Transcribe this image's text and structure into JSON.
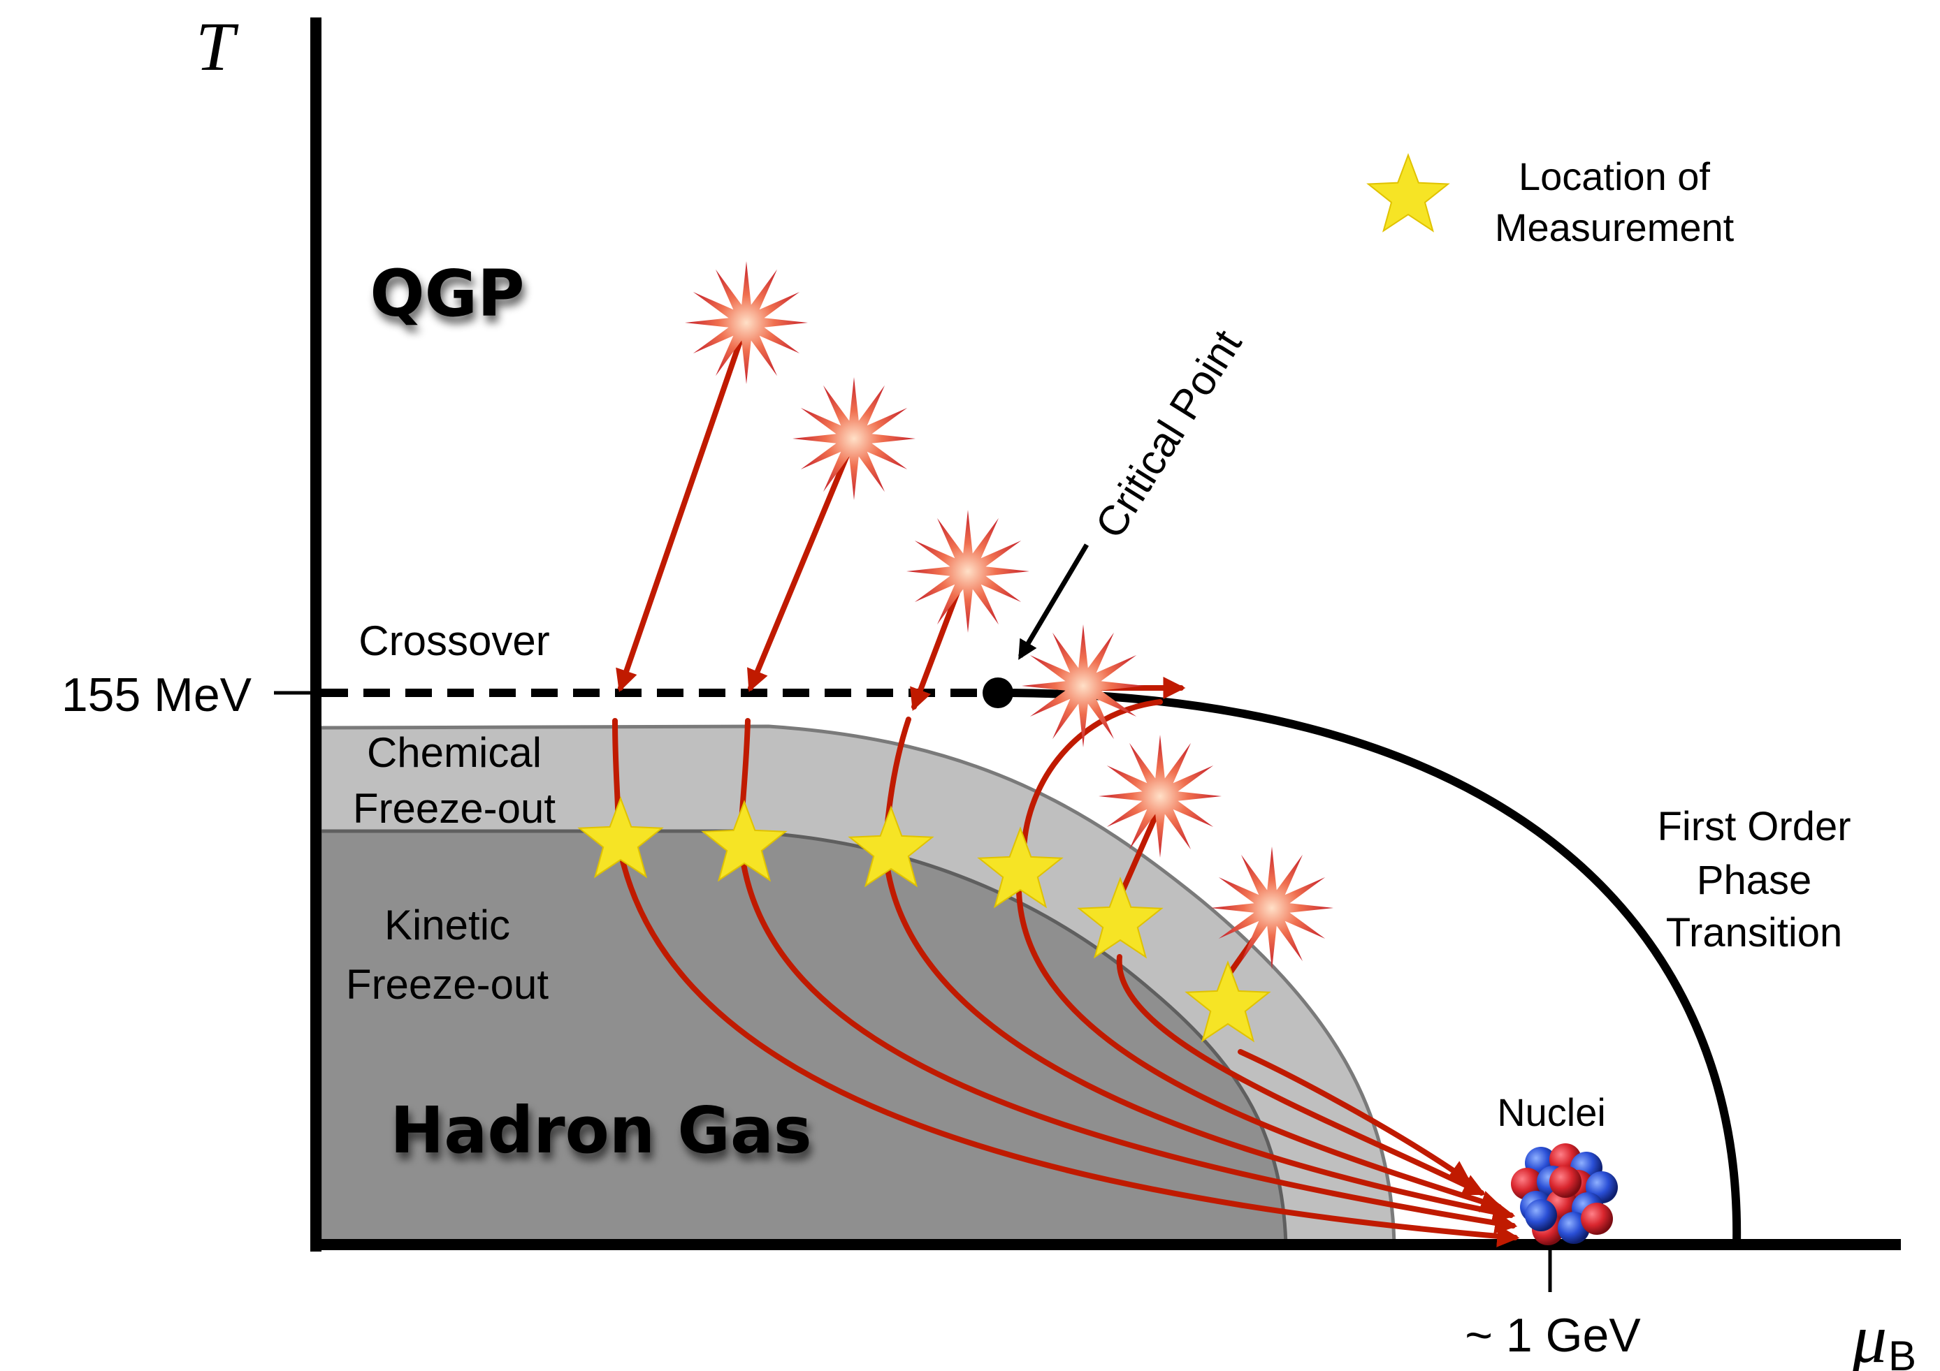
{
  "axes": {
    "y_label": "T",
    "x_label_main": "μ",
    "x_label_sub": "B",
    "y_tick_label": "155 MeV",
    "x_tick_label": "~ 1 GeV"
  },
  "regions": {
    "qgp": "QGP",
    "hadron_gas": "Hadron Gas",
    "chemical_line1": "Chemical",
    "chemical_line2": "Freeze-out",
    "kinetic_line1": "Kinetic",
    "kinetic_line2": "Freeze-out"
  },
  "labels": {
    "crossover": "Crossover",
    "critical_point": "Critical Point",
    "first_order_line1": "First Order",
    "first_order_line2": "Phase",
    "first_order_line3": "Transition",
    "nuclei": "Nuclei"
  },
  "legend": {
    "line1": "Location of",
    "line2": "Measurement",
    "marker_icon": "yellow-star-icon"
  },
  "colors": {
    "axis": "#000000",
    "arrow": "#c01a00",
    "star_fill": "#f6e425",
    "chemical_region": "#bfbfbf",
    "kinetic_region": "#8f8f8f",
    "burst": "#e0402e",
    "nucleon_red": "#d9262e",
    "nucleon_blue": "#2a4fd6"
  }
}
